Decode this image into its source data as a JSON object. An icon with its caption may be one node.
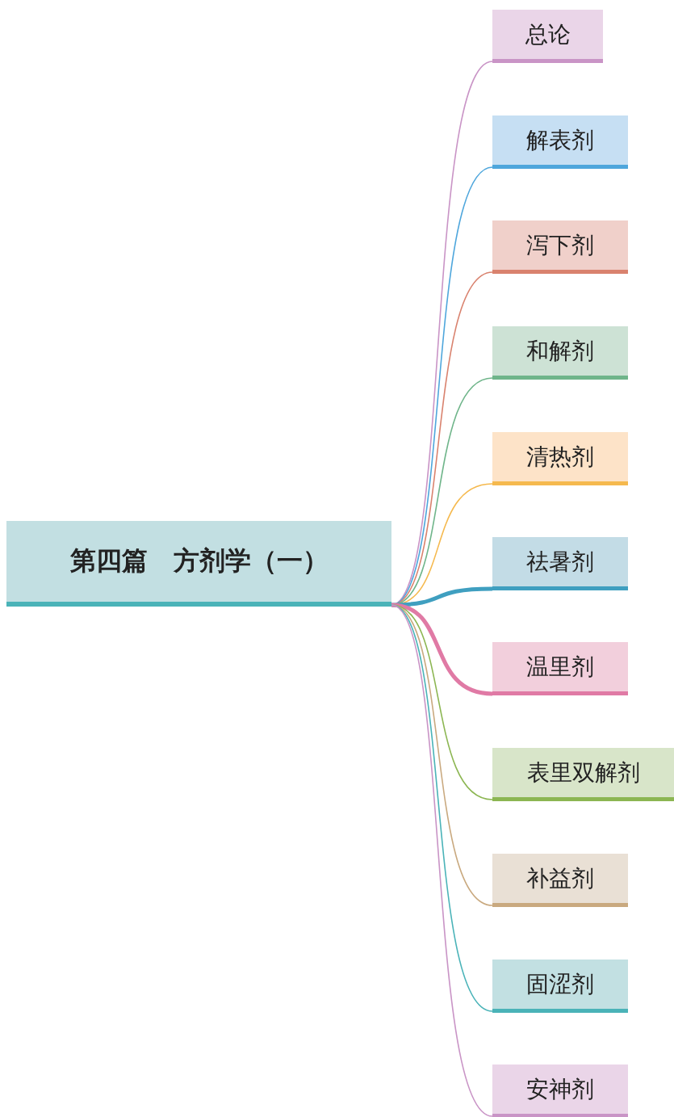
{
  "diagram": {
    "nodes": [
      {
        "text": [
          "第四篇　方剂学（一）"
        ]
      },
      {
        "text": [
          "总论"
        ]
      },
      {
        "text": [
          "解表剂"
        ]
      },
      {
        "text": [
          "泻下剂"
        ]
      },
      {
        "text": [
          "和解剂"
        ]
      },
      {
        "text": [
          "清热剂"
        ]
      },
      {
        "text": [
          "祛暑剂"
        ]
      },
      {
        "text": [
          "温里剂"
        ]
      },
      {
        "text": [
          "表里双解剂"
        ]
      },
      {
        "text": [
          "补益剂"
        ]
      },
      {
        "text": [
          "固涩剂"
        ]
      },
      {
        "text": [
          "安神剂"
        ]
      }
    ],
    "edges": [
      {
        "from": 0,
        "to": 1,
        "arrow": "none",
        "color": "#c994c6"
      },
      {
        "from": 0,
        "to": 2,
        "arrow": "none",
        "color": "#4ea6dc"
      },
      {
        "from": 0,
        "to": 3,
        "arrow": "none",
        "color": "#d9826e"
      },
      {
        "from": 0,
        "to": 4,
        "arrow": "none",
        "color": "#6fb58a"
      },
      {
        "from": 0,
        "to": 5,
        "arrow": "none",
        "color": "#f5b94e"
      },
      {
        "from": 0,
        "to": 6,
        "arrow": "none",
        "color": "#3f9fc0",
        "style": "thick"
      },
      {
        "from": 0,
        "to": 7,
        "arrow": "none",
        "color": "#e07aa5",
        "style": "thick"
      },
      {
        "from": 0,
        "to": 8,
        "arrow": "none",
        "color": "#8cb652"
      },
      {
        "from": 0,
        "to": 9,
        "arrow": "none",
        "color": "#c9a97f"
      },
      {
        "from": 0,
        "to": 10,
        "arrow": "none",
        "color": "#4ab3b8"
      },
      {
        "from": 0,
        "to": 11,
        "arrow": "none",
        "color": "#c994c6"
      }
    ]
  }
}
